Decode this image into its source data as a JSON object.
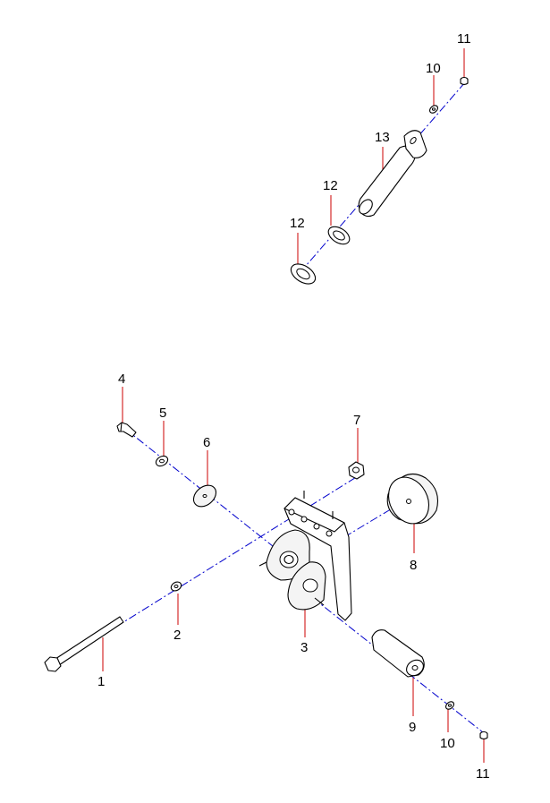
{
  "colors": {
    "axis": "#0000cc",
    "leader": "#cc0000",
    "line": "#000000",
    "background": "#ffffff"
  },
  "callouts": {
    "c1": "1",
    "c2": "2",
    "c3": "3",
    "c4": "4",
    "c5": "5",
    "c6": "6",
    "c7": "7",
    "c8": "8",
    "c9": "9",
    "c10a": "10",
    "c10b": "10",
    "c11a": "11",
    "c11b": "11",
    "c12a": "12",
    "c12b": "12",
    "c13": "13"
  }
}
